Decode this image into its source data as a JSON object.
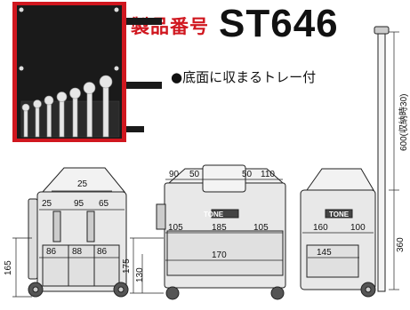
{
  "header": {
    "label": "製品番号",
    "model": "ST646"
  },
  "feature": {
    "bullet": "●",
    "text": "底面に収まるトレー付"
  },
  "dimensions": {
    "front": {
      "top_width": "25",
      "left": "25",
      "middle": "95",
      "right": "65",
      "pocket_1": "86",
      "pocket_2": "88",
      "pocket_3": "86",
      "height": "165"
    },
    "side": {
      "left_top": "90",
      "handle_1": "50",
      "handle_2": "50",
      "right_top": "110",
      "left_mid": "105",
      "center_mid": "185",
      "right_mid": "105",
      "bottom_width": "170",
      "height_total": "175",
      "height_lower": "130"
    },
    "back": {
      "left_w": "160",
      "right_w": "100",
      "pocket": "145",
      "handle_extended": "600(収納時30)",
      "height": "360"
    }
  },
  "brand": "TONE",
  "colors": {
    "accent_red": "#d0171f",
    "roll_black": "#1a1a1a",
    "drawing_fill": "#e8e8e8",
    "line": "#222222"
  }
}
